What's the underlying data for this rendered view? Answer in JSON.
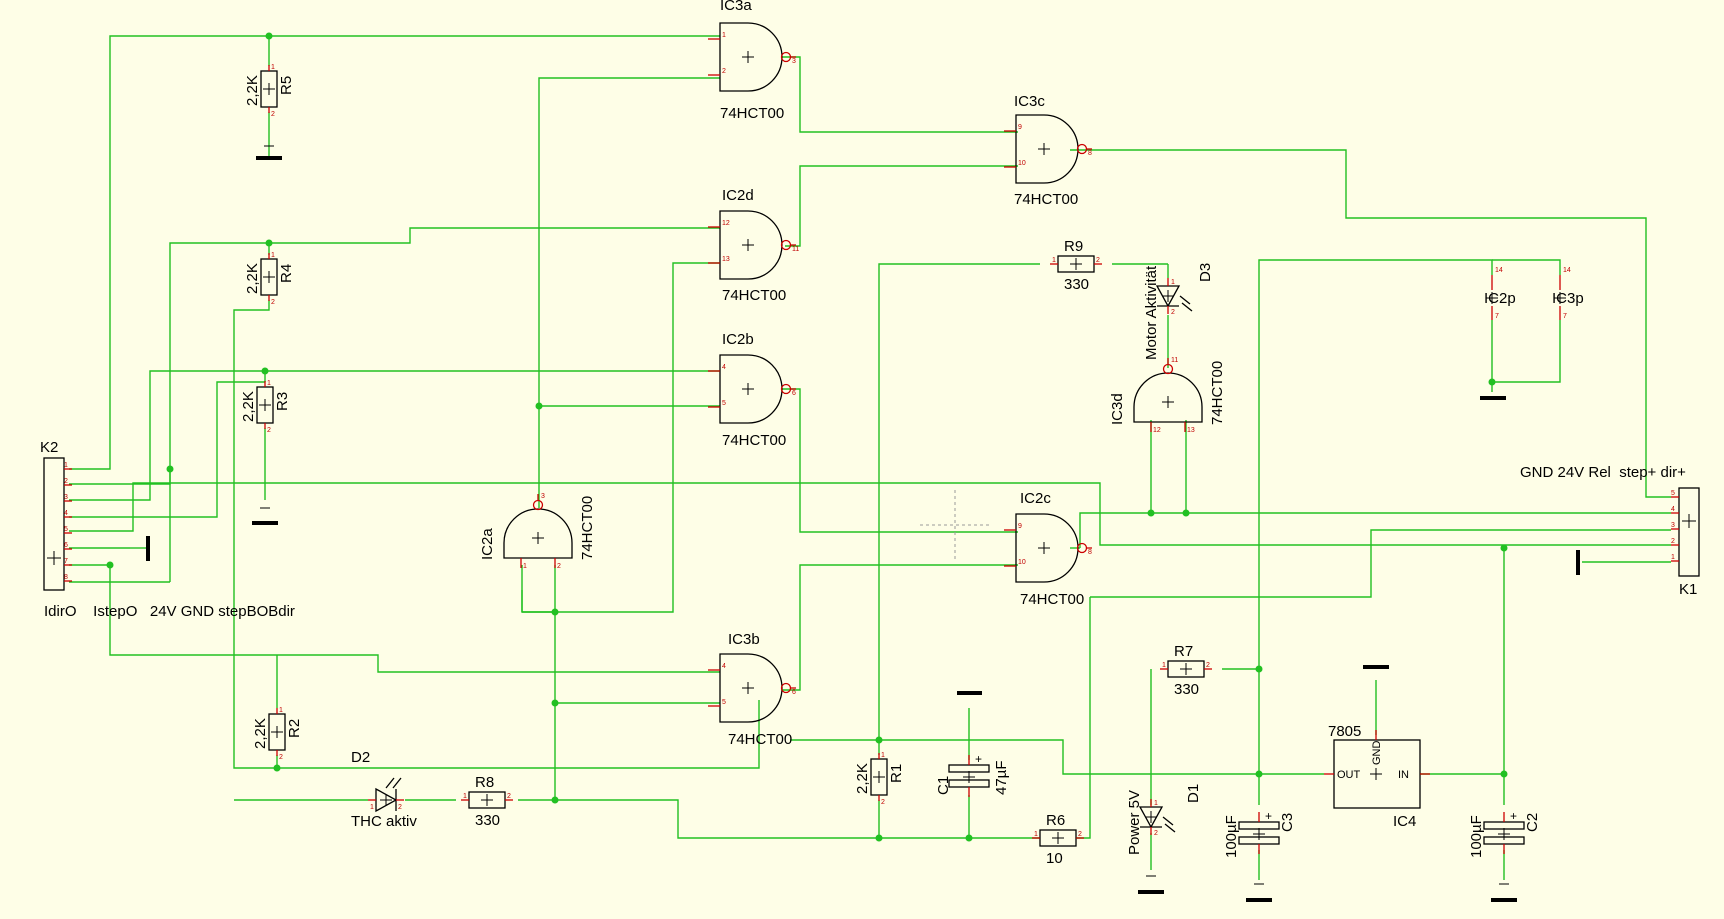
{
  "colors": {
    "background": "#fefee7",
    "wire": "#22c022",
    "pin": "#cc0000",
    "body": "#000000"
  },
  "gates": [
    {
      "name": "IC3a",
      "part": "74HCT00",
      "pins": [
        "1",
        "2",
        "3"
      ]
    },
    {
      "name": "IC3c",
      "part": "74HCT00",
      "pins": [
        "9",
        "10",
        "8"
      ]
    },
    {
      "name": "IC2d",
      "part": "74HCT00",
      "pins": [
        "12",
        "13",
        "11"
      ]
    },
    {
      "name": "IC2b",
      "part": "74HCT00",
      "pins": [
        "4",
        "5",
        "6"
      ]
    },
    {
      "name": "IC2c",
      "part": "74HCT00",
      "pins": [
        "9",
        "10",
        "8"
      ]
    },
    {
      "name": "IC3b",
      "part": "74HCT00",
      "pins": [
        "4",
        "5",
        "6"
      ]
    },
    {
      "name": "IC2a",
      "part": "74HCT00",
      "pins": [
        "1",
        "2",
        "3"
      ]
    },
    {
      "name": "IC3d",
      "part": "74HCT00",
      "pins": [
        "12",
        "13",
        "11"
      ]
    }
  ],
  "resistors": [
    {
      "name": "R5",
      "value": "2,2K"
    },
    {
      "name": "R4",
      "value": "2,2K"
    },
    {
      "name": "R3",
      "value": "2,2K"
    },
    {
      "name": "R2",
      "value": "2,2K"
    },
    {
      "name": "R1",
      "value": "2,2K"
    },
    {
      "name": "R9",
      "value": "330"
    },
    {
      "name": "R8",
      "value": "330"
    },
    {
      "name": "R7",
      "value": "330"
    },
    {
      "name": "R6",
      "value": "10"
    }
  ],
  "diodes": [
    {
      "name": "D3",
      "value": "Motor Aktivität"
    },
    {
      "name": "D2",
      "value": "THC aktiv"
    },
    {
      "name": "D1",
      "value": "Power 5V"
    }
  ],
  "capacitors": [
    {
      "name": "C1",
      "value": "47µF"
    },
    {
      "name": "C3",
      "value": "100µF"
    },
    {
      "name": "C2",
      "value": "100µF"
    }
  ],
  "regulator": {
    "name": "IC4",
    "part": "7805",
    "pin_out": "OUT",
    "pin_gnd": "GND",
    "pin_in": "IN"
  },
  "power_pins": [
    {
      "name": "IC2p",
      "top_pin": "14",
      "bottom_pin": "7"
    },
    {
      "name": "IC3p",
      "top_pin": "14",
      "bottom_pin": "7"
    }
  ],
  "connectors": {
    "k2": {
      "name": "K2",
      "caption": "IdirO    IstepO   24V GND stepBOBdir",
      "pins": [
        "1",
        "2",
        "3",
        "4",
        "5",
        "6",
        "7",
        "8"
      ]
    },
    "k1": {
      "name": "K1",
      "caption": "GND 24V Rel  step+ dir+",
      "pins": [
        "5",
        "4",
        "3",
        "2",
        "1"
      ]
    }
  },
  "pin_numbers": {
    "r_top": "1",
    "r_bottom": "2",
    "cap_plus": "+"
  }
}
